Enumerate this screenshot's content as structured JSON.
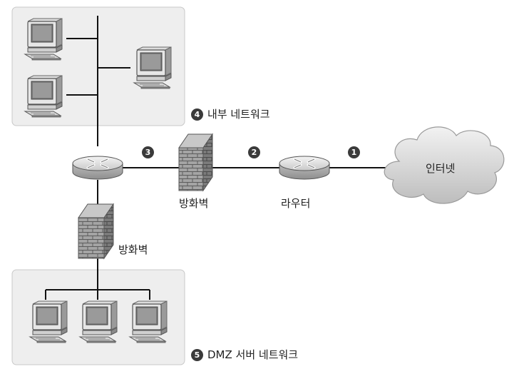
{
  "zones": {
    "internal": {
      "marker": "4",
      "label": "내부 네트워크"
    },
    "dmz": {
      "marker": "5",
      "label": "DMZ 서버 네트워크"
    }
  },
  "devices": {
    "firewall_upper_label": "방화벽",
    "firewall_lower_label": "방화벽",
    "router_label": "라우터",
    "internet_label": "인터넷"
  },
  "links": {
    "internet_router": "1",
    "router_firewall": "2",
    "firewall_core": "3"
  },
  "colors": {
    "zone_fill": "#eeeeee",
    "zone_border": "#c8c8c8",
    "line": "#111111",
    "marker": "#3a3a3a"
  }
}
